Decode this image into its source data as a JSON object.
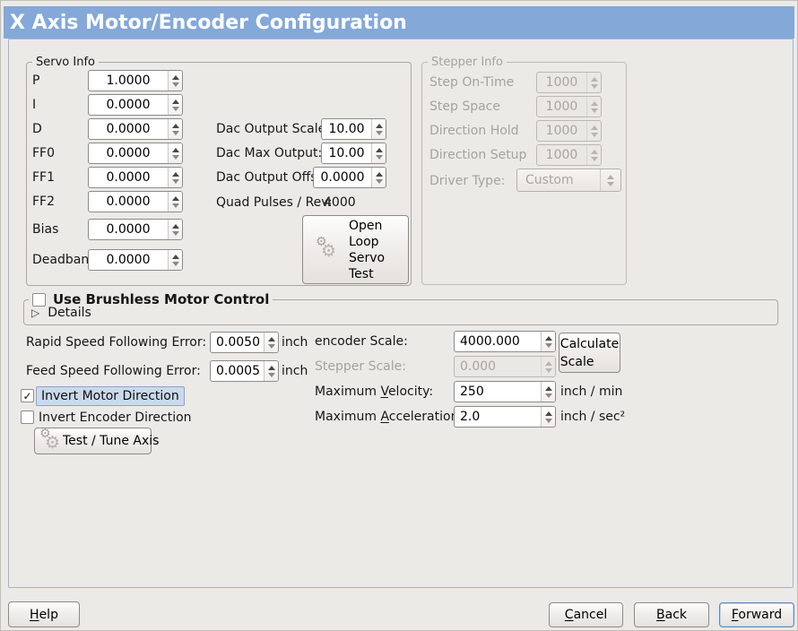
{
  "window": {
    "title": "X Axis Motor/Encoder Configuration"
  },
  "icons": {
    "gear": "⚙",
    "expander_triangle": "▷",
    "checkmark": "✓"
  },
  "servo": {
    "frame_label": "Servo Info",
    "rows": [
      {
        "label": "P",
        "value": "1.0000"
      },
      {
        "label": "I",
        "value": "0.0000"
      },
      {
        "label": "D",
        "value": "0.0000"
      },
      {
        "label": "FF0",
        "value": "0.0000"
      },
      {
        "label": "FF1",
        "value": "0.0000"
      },
      {
        "label": "FF2",
        "value": "0.0000"
      },
      {
        "label": "Bias",
        "value": "0.0000"
      },
      {
        "label": "Deadband",
        "value": "0.0000"
      }
    ],
    "dac_rows": [
      {
        "label": "Dac Output Scale:",
        "value": "10.00"
      },
      {
        "label": "Dac Max Output:",
        "value": "10.00"
      },
      {
        "label": "Dac Output Offset:",
        "value": "0.0000"
      }
    ],
    "quad": {
      "label": "Quad Pulses / Rev:",
      "value": "4000"
    },
    "open_loop_button": "Open\nLoop\nServo\nTest"
  },
  "stepper": {
    "frame_label": "Stepper Info",
    "rows": [
      {
        "label": "Step On-Time",
        "value": "1000"
      },
      {
        "label": "Step Space",
        "value": "1000"
      },
      {
        "label": "Direction Hold",
        "value": "1000"
      },
      {
        "label": "Direction Setup",
        "value": "1000"
      }
    ],
    "driver_type": {
      "label": "Driver Type:",
      "value": "Custom"
    }
  },
  "brushless": {
    "checkbox_label": "Use Brushless Motor Control",
    "details_label": "Details"
  },
  "following": [
    {
      "label": "Rapid Speed Following Error:",
      "value": "0.0050",
      "unit": "inch"
    },
    {
      "label": "Feed Speed Following Error:",
      "value": "0.0005",
      "unit": "inch"
    }
  ],
  "options": {
    "invert_motor_label": "Invert Motor Direction",
    "invert_encoder_label": "Invert Encoder Direction",
    "test_button_label": "Test / Tune Axis"
  },
  "scales": {
    "encoder": {
      "label": "encoder Scale:",
      "value": "4000.000"
    },
    "stepper": {
      "label": "Stepper Scale:",
      "value": "0.000"
    },
    "calculate_button": "Calculate\nScale",
    "velocity": {
      "pre": "Maximum ",
      "key": "V",
      "post": "elocity:",
      "value": "250",
      "unit": "inch / min"
    },
    "acceleration": {
      "pre": "Maximum ",
      "key": "A",
      "post": "cceleration:",
      "value": "2.0",
      "unit": "inch / sec²"
    }
  },
  "footer": {
    "help": {
      "pre": "",
      "key": "H",
      "post": "elp"
    },
    "cancel": {
      "pre": "",
      "key": "C",
      "post": "ancel"
    },
    "back": {
      "pre": "",
      "key": "B",
      "post": "ack"
    },
    "forward": {
      "pre": "",
      "key": "F",
      "post": "orward"
    }
  },
  "colors": {
    "titlebar": "#84A8D8",
    "panel_border": "#9FB5D2",
    "highlight_bg": "#CBD9EC",
    "highlight_border": "#89A6C9"
  }
}
